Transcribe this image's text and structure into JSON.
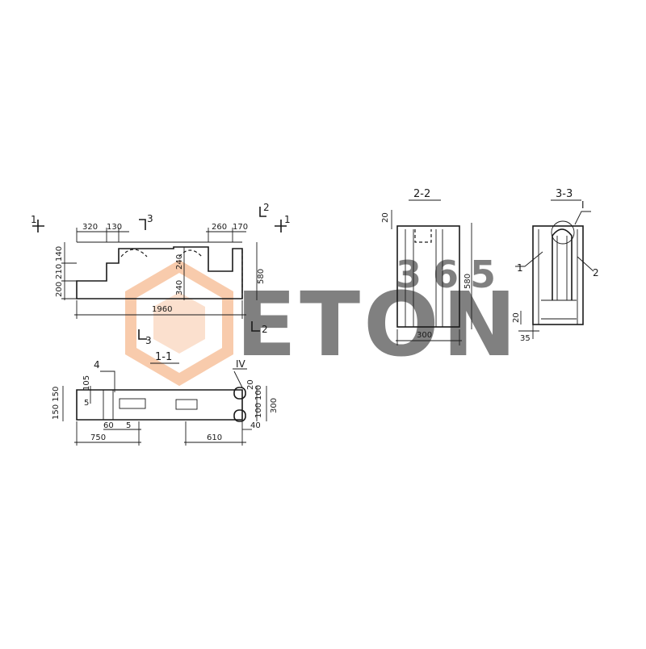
{
  "watermark": {
    "brand": "ETON",
    "number": "365",
    "brand_color": "#d9d9d9",
    "accent_color": "#f4a26a"
  },
  "elevation": {
    "cut_marks": [
      "1",
      "1",
      "2",
      "2",
      "3",
      "3"
    ],
    "dims": {
      "top_left_1": "320",
      "top_left_2": "130",
      "top_right_1": "260",
      "top_right_2": "170",
      "left_1": "140",
      "left_2": "210",
      "left_3": "200",
      "inner_1": "240",
      "inner_2": "340",
      "right_height": "580",
      "length": "1960"
    }
  },
  "plan": {
    "title": "1-1",
    "callouts": [
      "4",
      "IV"
    ],
    "dims": {
      "left_stack": "150 150",
      "d105": "105",
      "d5a": "5",
      "d60": "60",
      "d5b": "5",
      "d750": "750",
      "d610": "610",
      "d20": "20",
      "d100a": "100",
      "d100b": "100",
      "d300": "300",
      "d40": "40"
    }
  },
  "section22": {
    "title": "2-2",
    "dims": {
      "top": "20",
      "height": "580",
      "width": "300"
    }
  },
  "section33": {
    "title": "3-3",
    "callouts": [
      "I",
      "1",
      "2"
    ],
    "dims": {
      "d20": "20",
      "d35": "35"
    }
  }
}
